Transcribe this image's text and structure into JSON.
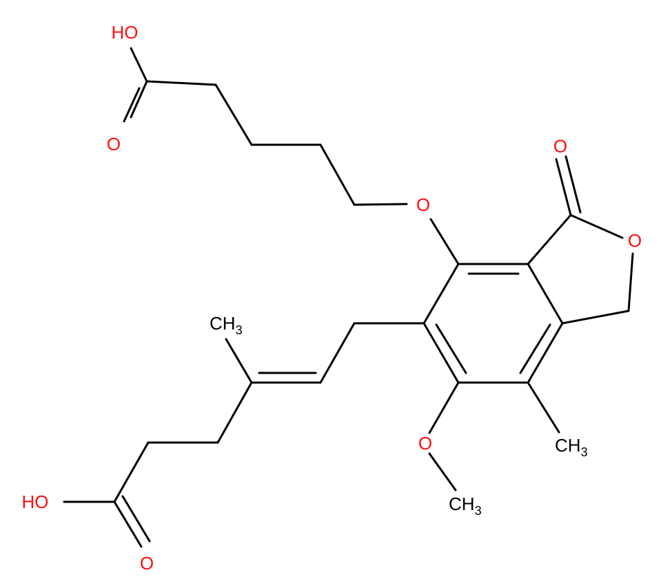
{
  "molecule": {
    "atom_labels": {
      "oh_top": "HO",
      "o_carbonyl_top": "O",
      "o_ether": "O",
      "o_lactone_carbonyl": "O",
      "o_ring": "O",
      "ch3_vinyl": "CH",
      "ch3_vinyl_sub": "3",
      "ch3_aryl": "CH",
      "ch3_aryl_sub": "3",
      "o_methoxy": "O",
      "ch3_methoxy": "CH",
      "ch3_methoxy_sub": "3",
      "oh_bottom": "HO",
      "o_carbonyl_bottom": "O"
    },
    "colors": {
      "bond": "#000000",
      "carbon_label": "#000000",
      "oxygen_label": "#ff0d0d"
    }
  }
}
